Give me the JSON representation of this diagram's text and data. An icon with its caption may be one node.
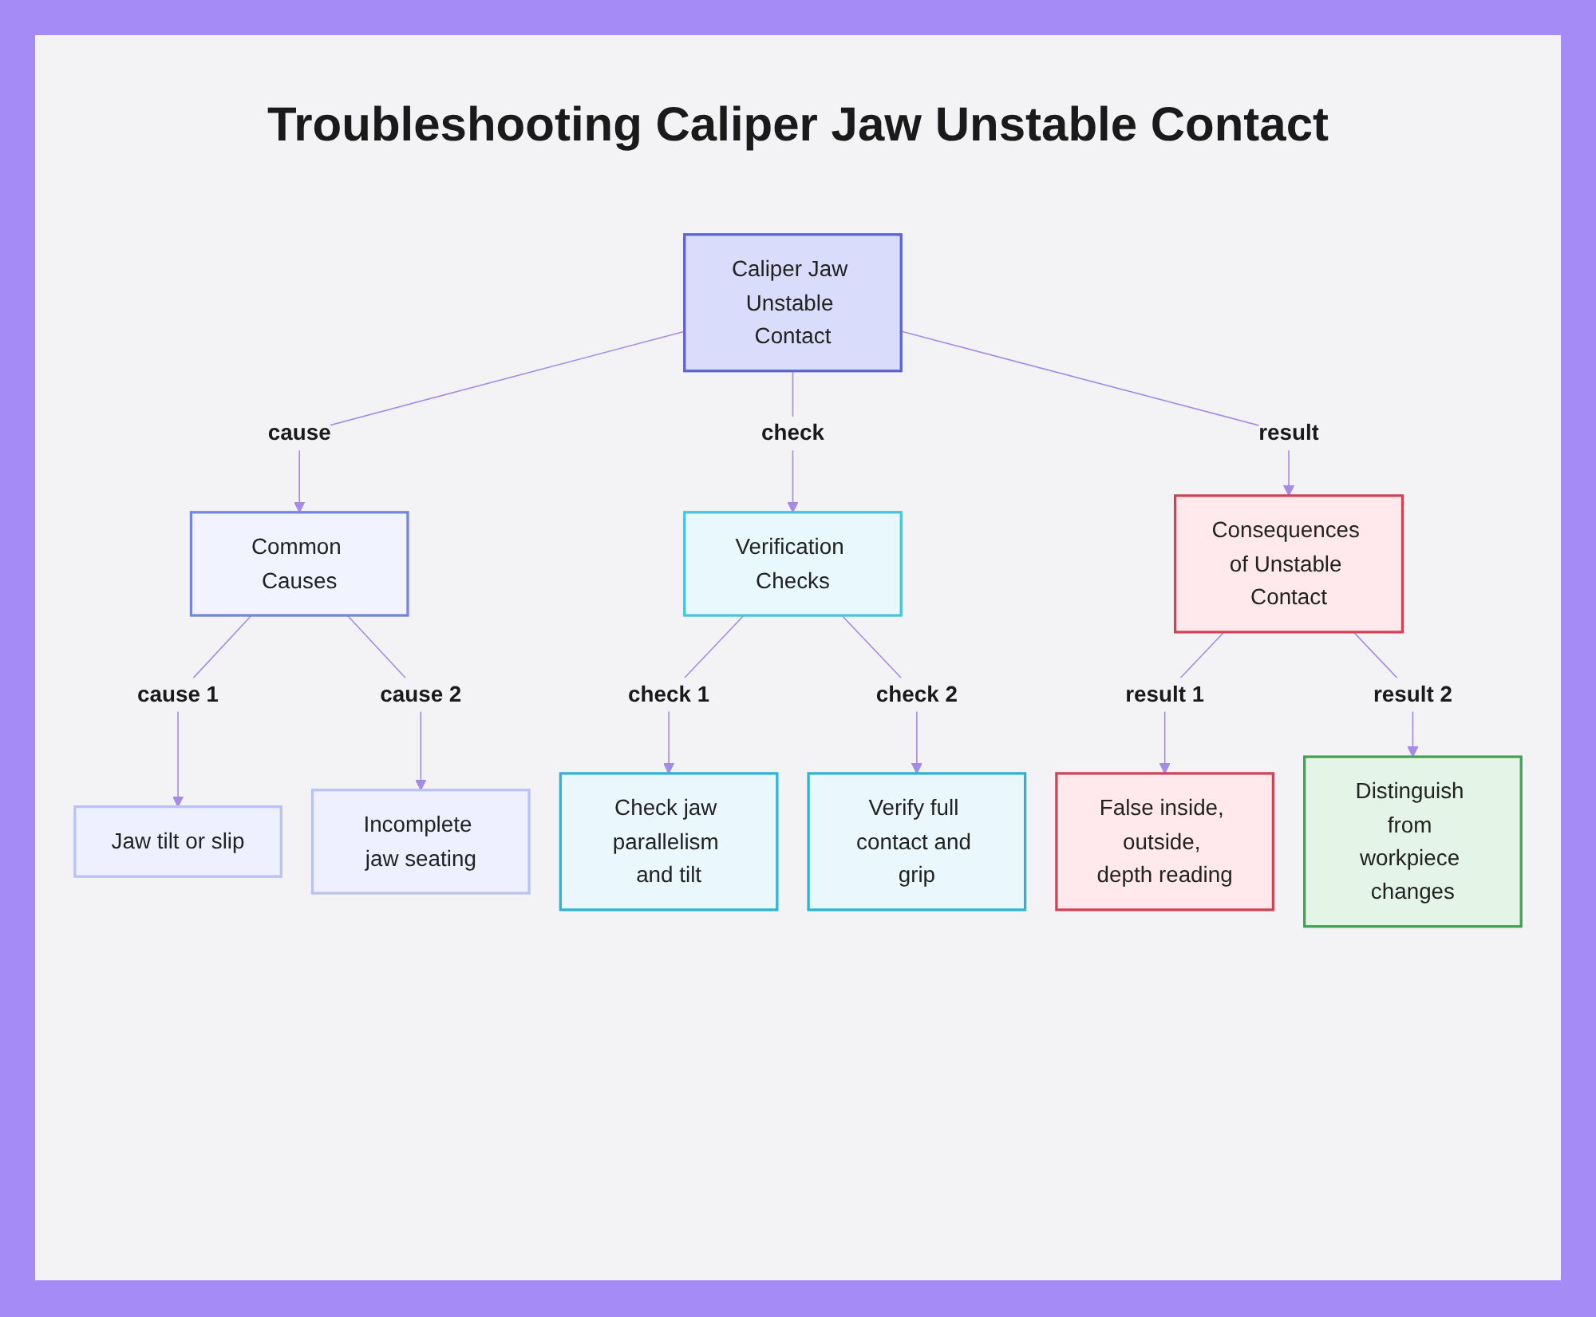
{
  "diagram": {
    "title": "Troubleshooting Caliper Jaw Unstable Contact",
    "nodes": [
      {
        "text": [
          "Caliper Jaw Unstable Contact"
        ]
      },
      {
        "text": [
          "Common Causes"
        ]
      },
      {
        "text": [
          "Verification Checks"
        ]
      },
      {
        "text": [
          "Consequences of Unstable Contact"
        ]
      },
      {
        "text": [
          "Jaw tilt or slip"
        ]
      },
      {
        "text": [
          "Incomplete jaw seating"
        ]
      },
      {
        "text": [
          "Check jaw parallelism and tilt"
        ]
      },
      {
        "text": [
          "Verify full contact and grip"
        ]
      },
      {
        "text": [
          "False inside, outside, depth reading"
        ]
      },
      {
        "text": [
          "Distinguish from workpiece changes"
        ]
      }
    ],
    "edges": [
      {
        "from": 0,
        "to": 1,
        "arrow": "to",
        "label": "cause"
      },
      {
        "from": 0,
        "to": 2,
        "arrow": "to",
        "label": "check"
      },
      {
        "from": 0,
        "to": 3,
        "arrow": "to",
        "label": "result"
      },
      {
        "from": 1,
        "to": 4,
        "arrow": "to",
        "label": "cause 1"
      },
      {
        "from": 1,
        "to": 5,
        "arrow": "to",
        "label": "cause 2"
      },
      {
        "from": 2,
        "to": 6,
        "arrow": "to",
        "label": "check 1"
      },
      {
        "from": 2,
        "to": 7,
        "arrow": "to",
        "label": "check 2"
      },
      {
        "from": 3,
        "to": 8,
        "arrow": "to",
        "label": "result 1"
      },
      {
        "from": 3,
        "to": 9,
        "arrow": "to",
        "label": "result 2"
      }
    ]
  }
}
